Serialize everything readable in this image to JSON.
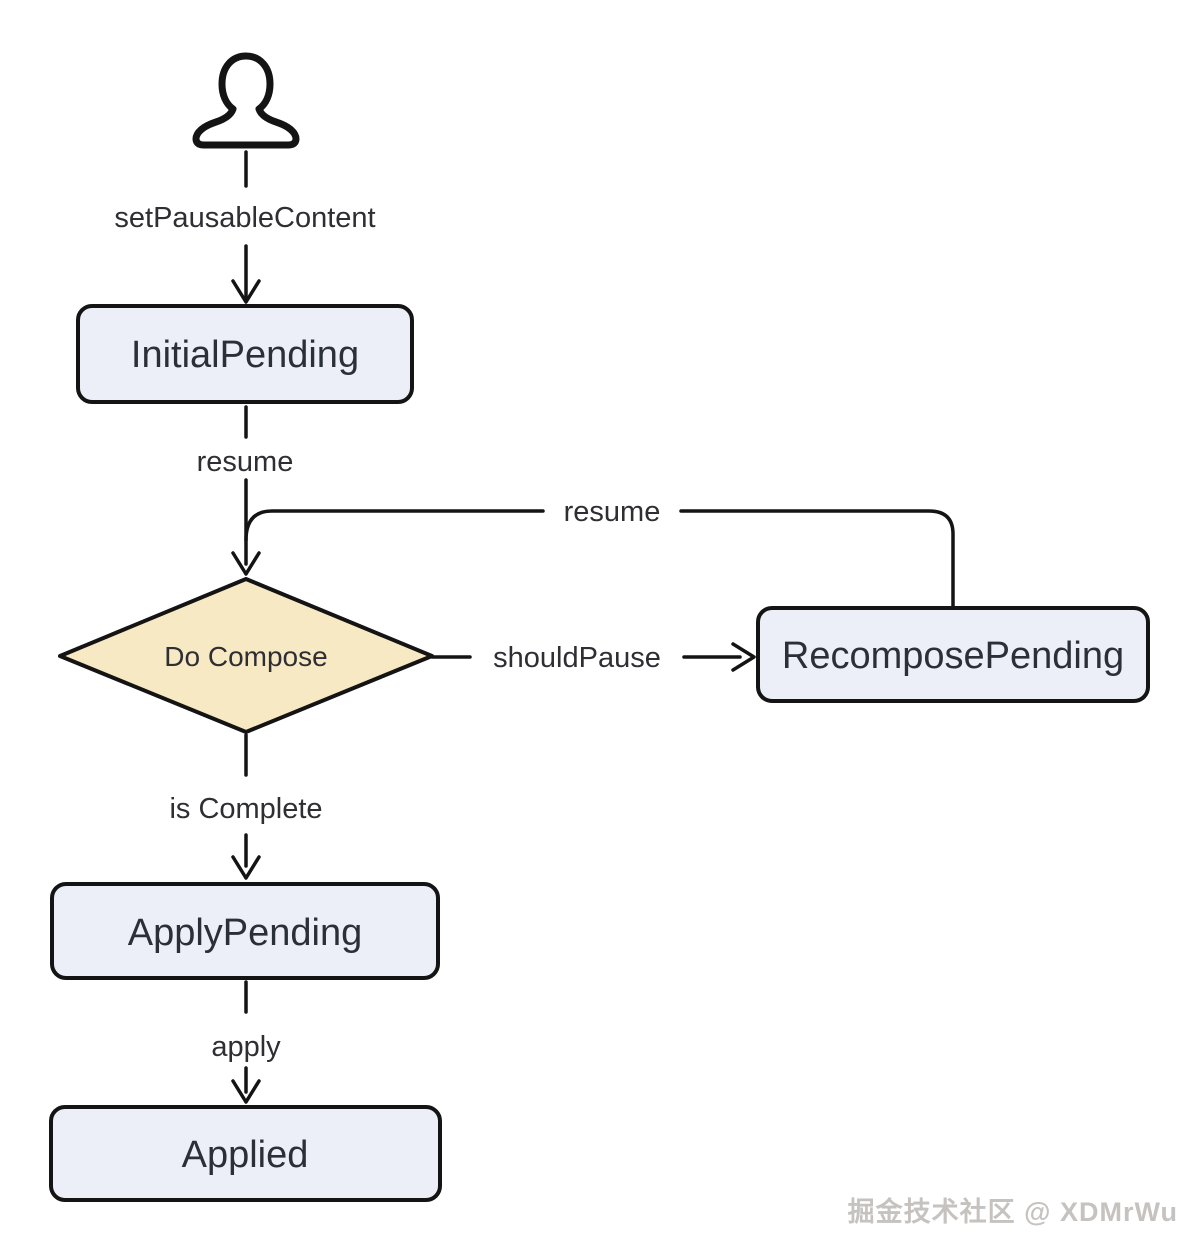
{
  "diagram": {
    "background": "#ffffff",
    "line_color": "#141414",
    "node_fill": "#ECEFF7",
    "decision_fill": "#F7E9C4",
    "text_color": "#2b3038",
    "nodes": [
      {
        "id": "user",
        "type": "actor",
        "label": ""
      },
      {
        "id": "initial-pending",
        "type": "state",
        "label": "InitialPending"
      },
      {
        "id": "do-compose",
        "type": "decision",
        "label": "Do Compose"
      },
      {
        "id": "recompose-pending",
        "type": "state",
        "label": "RecomposePending"
      },
      {
        "id": "apply-pending",
        "type": "state",
        "label": "ApplyPending"
      },
      {
        "id": "applied",
        "type": "state",
        "label": "Applied"
      }
    ],
    "edges": [
      {
        "from": "user",
        "to": "initial-pending",
        "label": "setPausableContent"
      },
      {
        "from": "initial-pending",
        "to": "do-compose",
        "label": "resume"
      },
      {
        "from": "recompose-pending",
        "to": "do-compose",
        "label": "resume"
      },
      {
        "from": "do-compose",
        "to": "recompose-pending",
        "label": "shouldPause"
      },
      {
        "from": "do-compose",
        "to": "apply-pending",
        "label": "is Complete"
      },
      {
        "from": "apply-pending",
        "to": "applied",
        "label": "apply"
      }
    ]
  },
  "watermark": {
    "text": "掘金技术社区 @ XDMrWu",
    "color": "#c6c2bf"
  }
}
